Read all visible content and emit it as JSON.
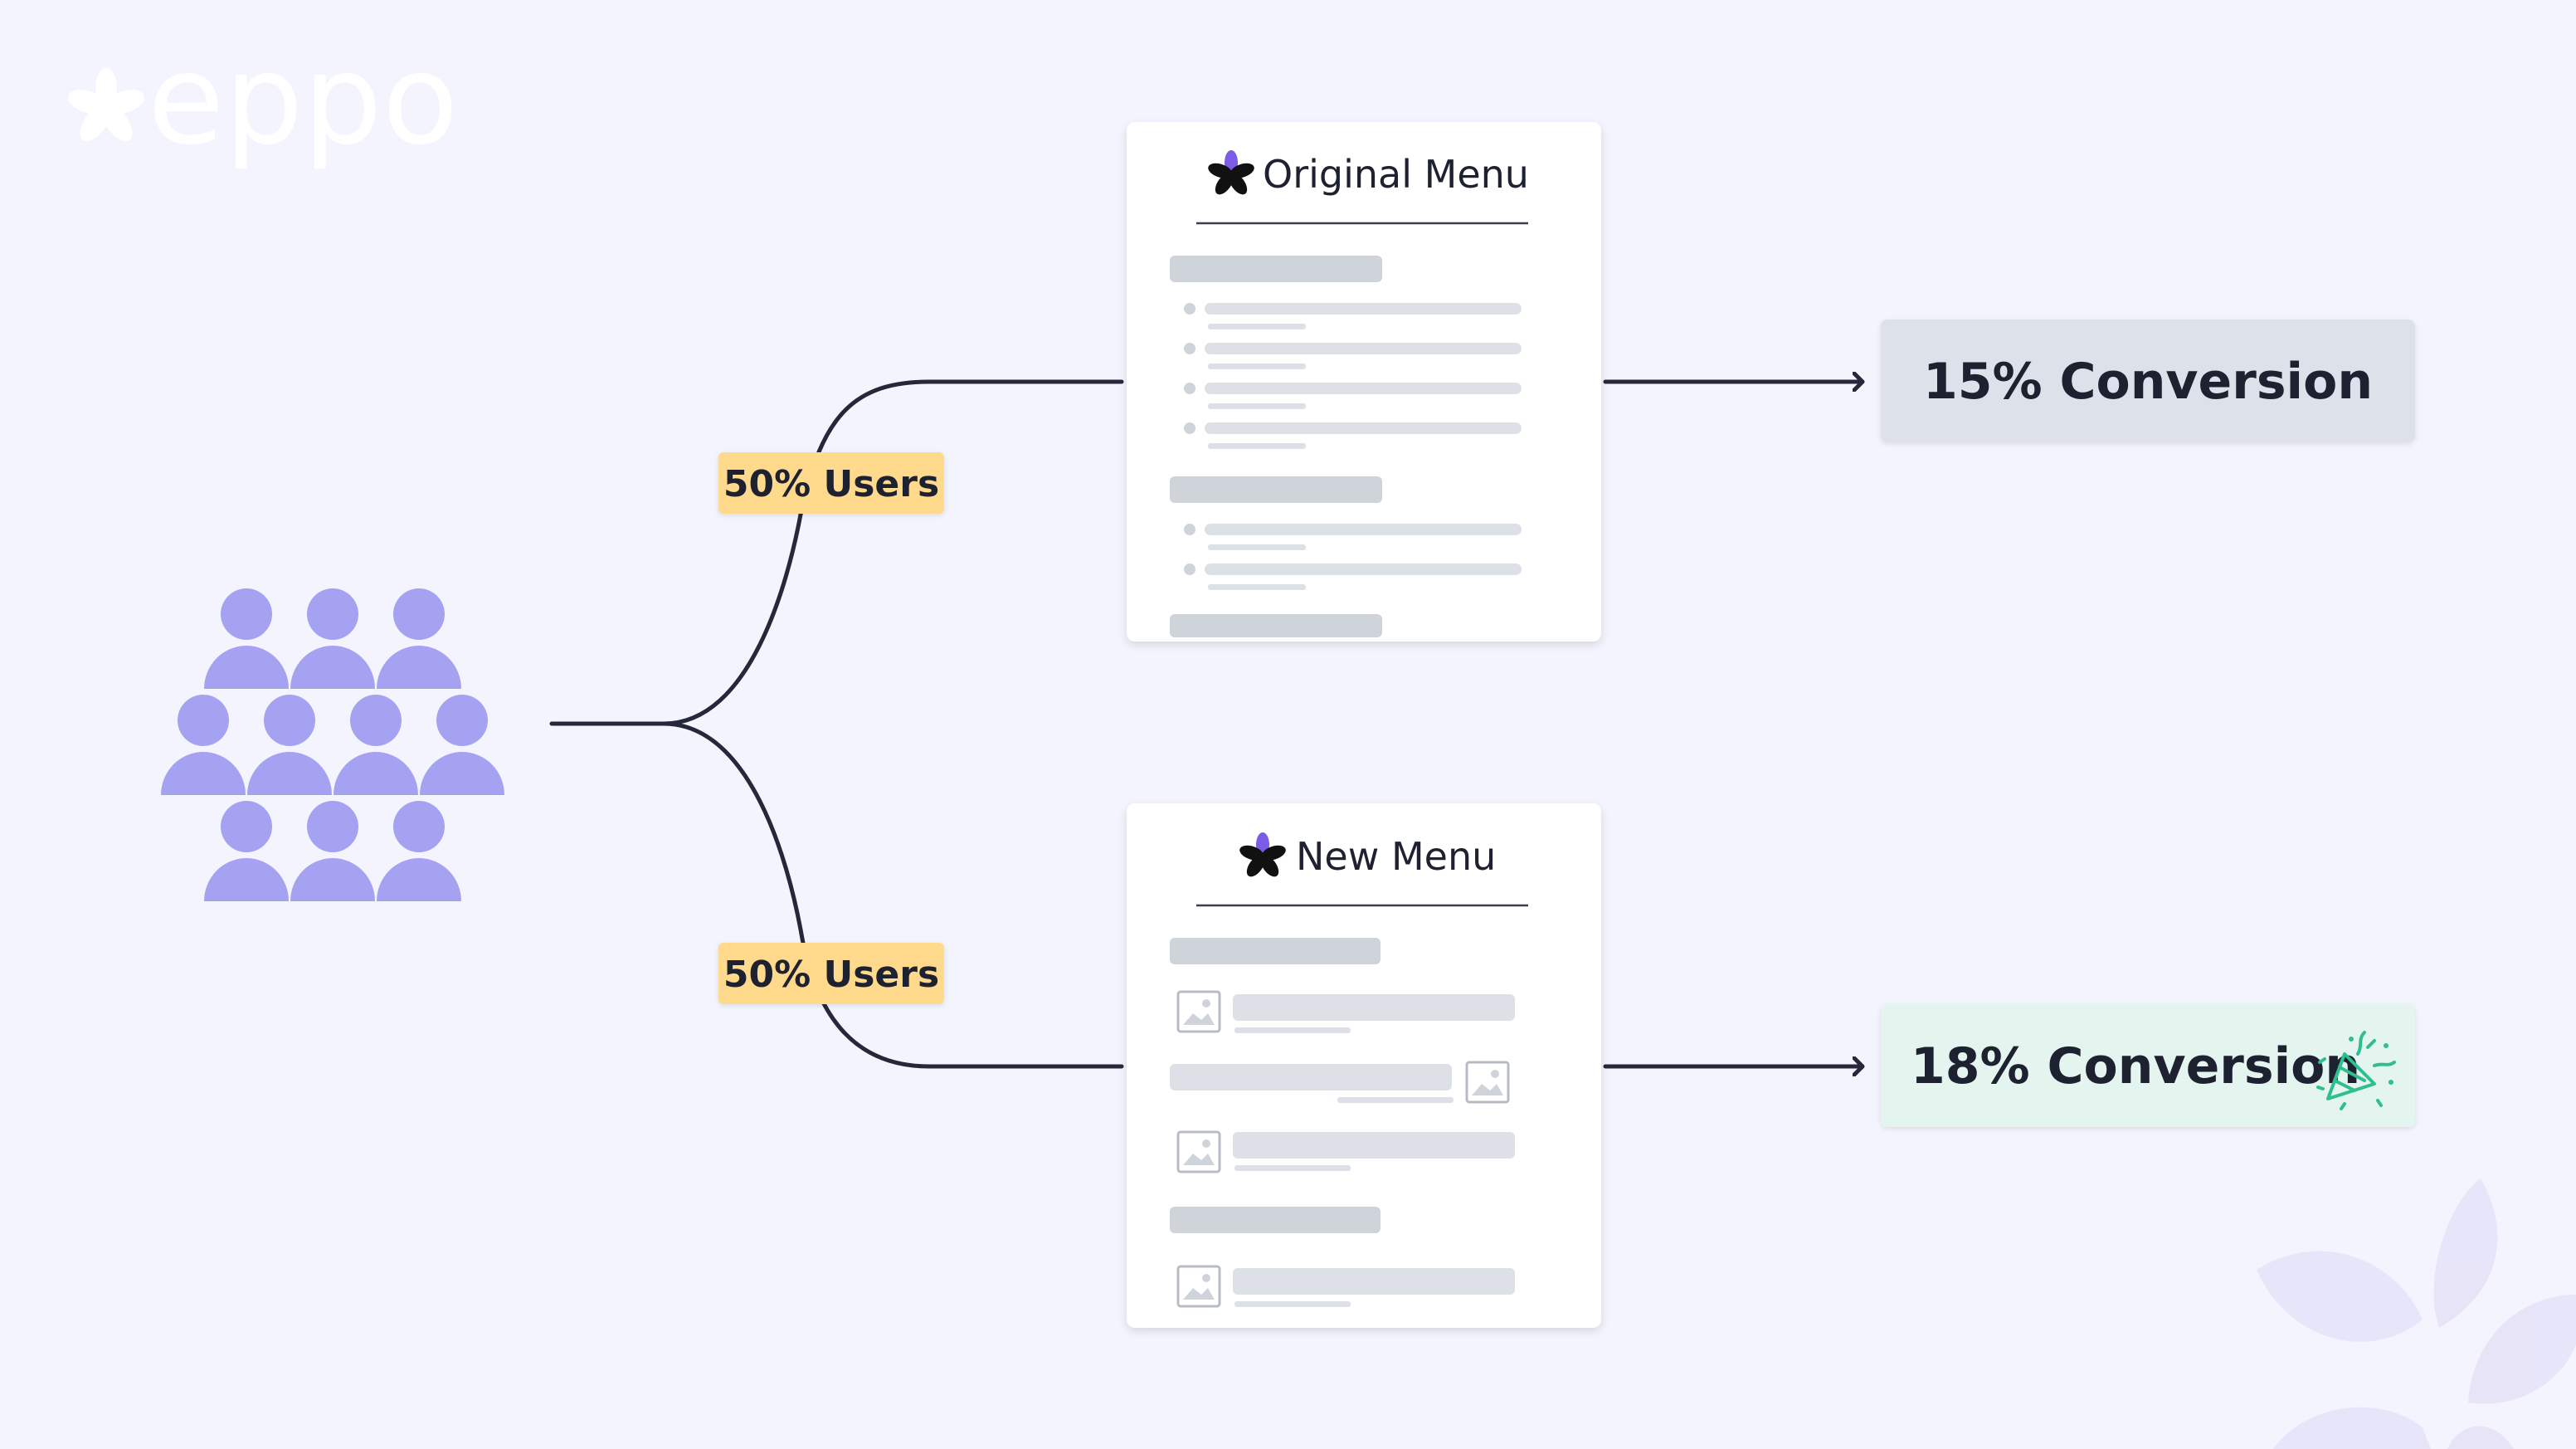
{
  "brand": {
    "name": "eppo",
    "logo_color": "#ffffff"
  },
  "split": {
    "top_label": "50% Users",
    "bottom_label": "50% Users",
    "label_bg": "#ffd98c"
  },
  "variants": {
    "original": {
      "title": "Original Menu"
    },
    "new": {
      "title": "New Menu"
    }
  },
  "results": {
    "original": {
      "text": "15% Conversion",
      "bg": "#dde2ea"
    },
    "new": {
      "text": "18% Conversion",
      "bg": "#e4f4ef",
      "icon": "party-popper-icon"
    }
  },
  "colors": {
    "background": "#f3f4fd",
    "people": "#a5a3f1",
    "lines": "#24283a",
    "placeholder": "#cfd4db",
    "petal": "#7c5ce6"
  }
}
